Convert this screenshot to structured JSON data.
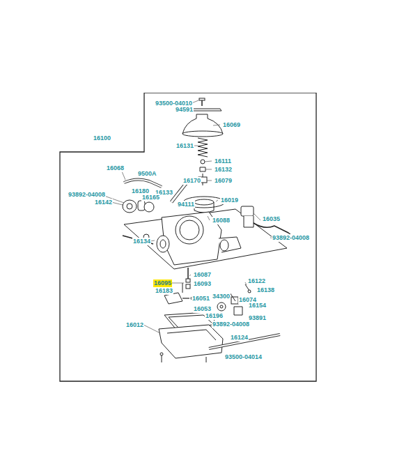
{
  "diagram": {
    "nodes": [
      {
        "text": [
          "16100"
        ]
      }
    ],
    "labels": [
      "93500-04010",
      "94591",
      "16069",
      "16131",
      "16111",
      "16132",
      "16068",
      "9500A",
      "16170",
      "16079",
      "16180",
      "16133",
      "93892-04008",
      "16165",
      "16142",
      "94111",
      "16019",
      "16088",
      "16035",
      "93892-04008",
      "16134",
      "16087",
      "16095",
      "16093",
      "16183",
      "16122",
      "16138",
      "34300",
      "16074",
      "16051",
      "16154",
      "16053",
      "16196",
      "93891",
      "93892-04008",
      "16012",
      "16124",
      "93500-04014"
    ]
  }
}
